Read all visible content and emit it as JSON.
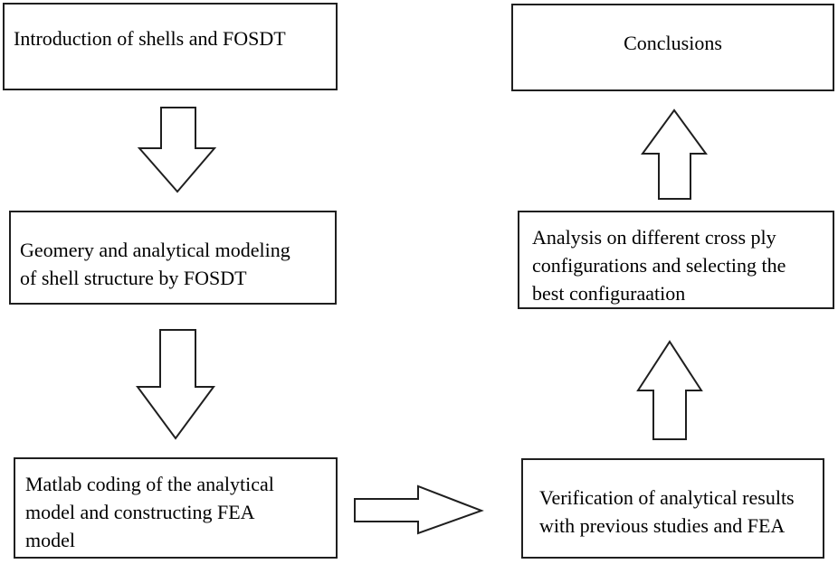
{
  "diagram": {
    "type": "flowchart",
    "boxes": {
      "intro": "Introduction of shells and FOSDT",
      "geometry": "Geomery and analytical modeling\nof shell structure by FOSDT",
      "matlab": "Matlab coding of the analytical\nmodel and constructing FEA\nmodel",
      "verification": "Verification of analytical results\nwith previous studies and FEA",
      "analysis": "Analysis on different cross ply\nconfigurations and selecting the\nbest configuraation",
      "conclusions": "Conclusions"
    },
    "flow": [
      {
        "from": "intro",
        "to": "geometry",
        "direction": "down"
      },
      {
        "from": "geometry",
        "to": "matlab",
        "direction": "down"
      },
      {
        "from": "matlab",
        "to": "verification",
        "direction": "right"
      },
      {
        "from": "verification",
        "to": "analysis",
        "direction": "up"
      },
      {
        "from": "analysis",
        "to": "conclusions",
        "direction": "up"
      }
    ],
    "colors": {
      "background": "#ffffff",
      "box_border": "#1f1f1f",
      "text": "#000000",
      "arrow_fill": "#ffffff",
      "arrow_stroke": "#1f1f1f"
    }
  }
}
